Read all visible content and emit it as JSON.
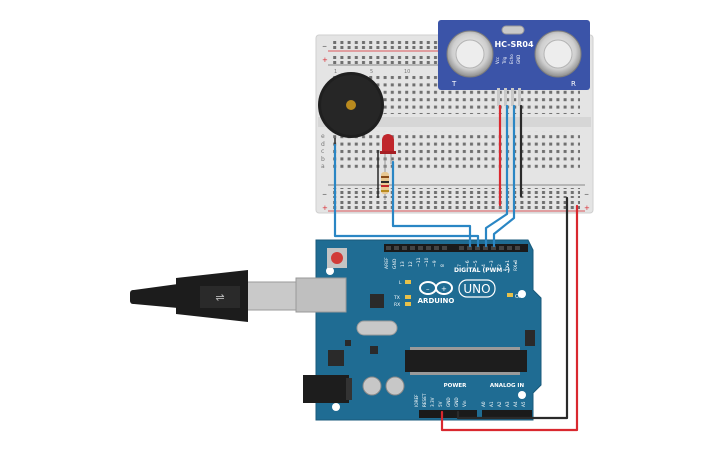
{
  "sensor": {
    "model": "HC-SR04",
    "left_mark": "T",
    "right_mark": "R",
    "pins": [
      "Vcc",
      "Trig",
      "Echo",
      "GND"
    ]
  },
  "arduino": {
    "brand": "ARDUINO",
    "model": "UNO",
    "digital_header": "DIGITAL (PWM~)",
    "digital_pins": [
      "AREF",
      "GND",
      "13",
      "12",
      "~11",
      "~10",
      "~9",
      "8",
      "7",
      "~6",
      "~5",
      "4",
      "~3",
      "2",
      "TX▸1",
      "RX◂0"
    ],
    "power_label": "POWER",
    "analog_label": "ANALOG IN",
    "power_pins": [
      "IOREF",
      "RESET",
      "3.3V",
      "5V",
      "GND",
      "GND",
      "Vin"
    ],
    "analog_pins": [
      "A0",
      "A1",
      "A2",
      "A3",
      "A4",
      "A5"
    ],
    "led_labels": [
      "L",
      "TX",
      "RX"
    ],
    "on_label": "ON"
  },
  "breadboard": {
    "row_letters": [
      "a",
      "b",
      "c",
      "d",
      "e"
    ],
    "rail_plus": "+",
    "rail_minus": "−"
  },
  "colors": {
    "board": "#1f6c93",
    "sensor": "#3b54a8",
    "wire_red": "#d9282f",
    "wire_black": "#2a2a2a",
    "wire_blue": "#2a86c4",
    "led_red": "#c0262c"
  }
}
